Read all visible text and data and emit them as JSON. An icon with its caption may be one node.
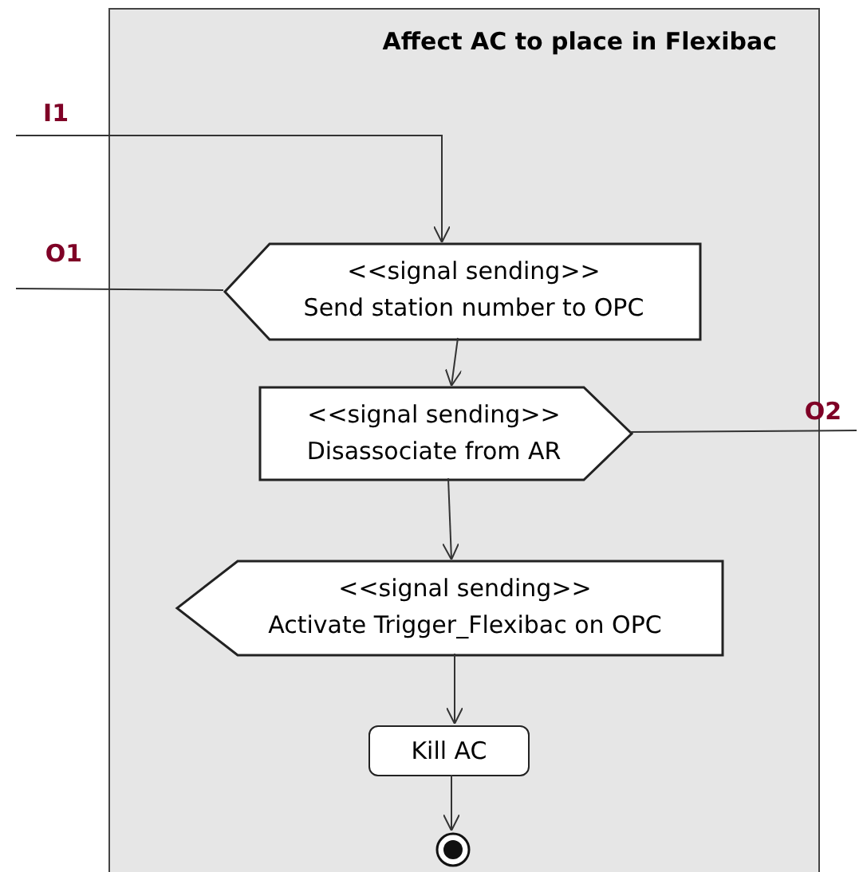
{
  "diagram": {
    "nodes": [
      {
        "text": [
          "Affect AC to place in Flexibac"
        ]
      },
      {
        "text": [
          "I1"
        ]
      },
      {
        "text": [
          "O1"
        ]
      },
      {
        "text": [
          "<<signal sending>>",
          "Send station number to OPC"
        ],
        "in": 0
      },
      {
        "text": [
          "<<signal sending>>",
          "Disassociate from AR"
        ],
        "in": 0
      },
      {
        "text": [
          "O2"
        ]
      },
      {
        "text": [
          "<<signal sending>>",
          "Activate Trigger_Flexibac on OPC"
        ],
        "in": 0
      },
      {
        "text": [
          "Kill AC"
        ],
        "in": 0
      },
      {
        "text": [],
        "shape": "circle",
        "in": 0
      }
    ],
    "edges": [
      {
        "from": 1,
        "to": 3,
        "arrow": "to"
      },
      {
        "from": 3,
        "to": 2,
        "arrow": "none"
      },
      {
        "from": 3,
        "to": 4,
        "arrow": "to"
      },
      {
        "from": 4,
        "to": 5,
        "arrow": "none"
      },
      {
        "from": 4,
        "to": 6,
        "arrow": "to"
      },
      {
        "from": 6,
        "to": 7,
        "arrow": "to"
      },
      {
        "from": 7,
        "to": 8,
        "arrow": "to"
      }
    ]
  }
}
